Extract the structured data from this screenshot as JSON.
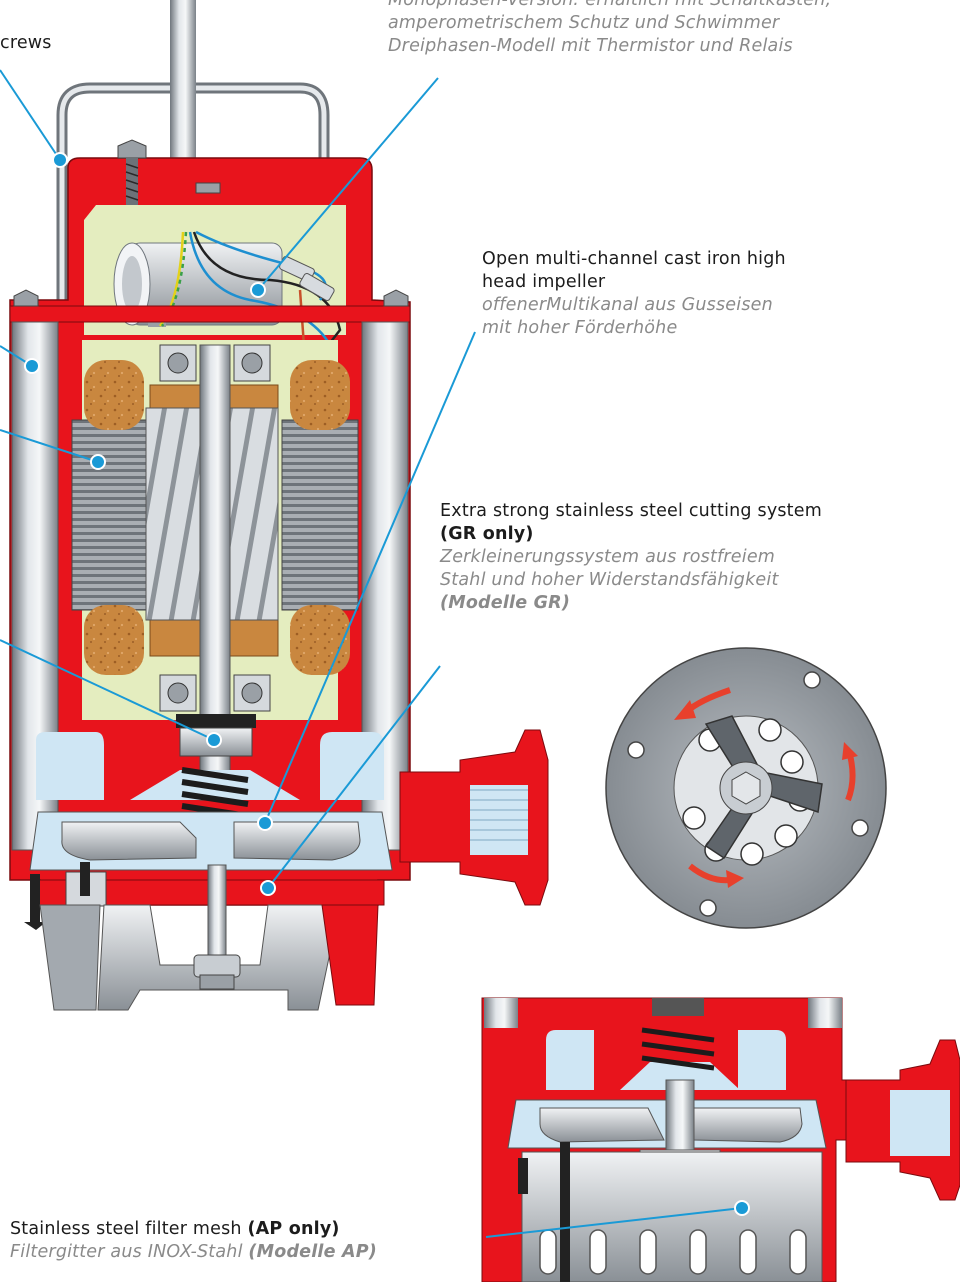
{
  "labels": {
    "screws": {
      "en": "crews"
    },
    "cable": {
      "de_lines": [
        "Monophasen-Version: erhältlich mit Schaltkasten,",
        "amperometrischem Schutz und Schwimmer",
        "Dreiphasen-Modell mit Thermistor und Relais"
      ]
    },
    "impeller": {
      "en_lines": [
        "Open multi-channel cast iron high",
        "head impeller"
      ],
      "de_lines": [
        "offenerMultikanal aus Gusseisen",
        "mit hoher Förderhöhe"
      ]
    },
    "cutting": {
      "en_line1": "Extra strong stainless steel cutting system",
      "en_line2": "(GR only)",
      "de_lines": [
        "Zerkleinerungssystem aus rostfreiem",
        "Stahl und hoher Widerstandsfähigkeit"
      ],
      "de_bold": "(Modelle GR)"
    },
    "filter": {
      "en": "Stainless steel filter mesh",
      "en_bold": "(AP only)",
      "de": "Filtergitter aus INOX-Stahl",
      "de_bold": "(Modelle AP)"
    }
  },
  "colors": {
    "housing_red": "#e8141c",
    "coolant_yellow": "#e4edbf",
    "water_blue": "#cfe6f4",
    "steel_gray": "#a8aeb4",
    "copper_winding": "#c8894e",
    "callout_blue": "#1a9ad6",
    "arrow_red": "#e8402c"
  }
}
